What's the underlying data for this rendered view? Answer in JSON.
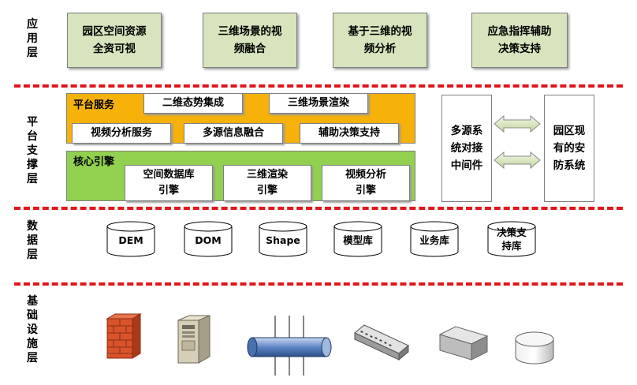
{
  "layers": {
    "application": "应\n用\n层",
    "platform": "平\n台\n支\n撑\n层",
    "data": "数\n据\n层",
    "infrastructure": "基\n础\n设\n施\n层"
  },
  "application_boxes": [
    "园区空间资源\n全资可视",
    "三维场景的视\n频融合",
    "基于三维的视\n频分析",
    "应急指挥辅助\n决策支持"
  ],
  "platform_services": {
    "title": "平台服务",
    "items": [
      "二维态势集成",
      "三维场景渲染",
      "视频分析服务",
      "多源信息融合",
      "辅助决策支持"
    ]
  },
  "core_engine": {
    "title": "核心引擎",
    "items": [
      "空间数据库\n引擎",
      "三维渲染\n引擎",
      "视频分析\n引擎"
    ]
  },
  "middleware": "多源系\n统对接\n中间件",
  "existing_security": "园区现\n有的安\n防系统",
  "databases": [
    "DEM",
    "DOM",
    "Shape",
    "模型库",
    "业务库",
    "决策支\n持库"
  ],
  "infrastructure_icons": [
    "firewall-icon",
    "server-icon",
    "network-bus-icon",
    "switch-icon",
    "router-icon",
    "storage-icon"
  ],
  "colors": {
    "divider": "#e0161a",
    "application_fill": "#d7e4bd",
    "platform_services_fill": "#f6b10a",
    "core_engine_fill": "#92d050",
    "middleware_border": "#7f7f7f"
  }
}
